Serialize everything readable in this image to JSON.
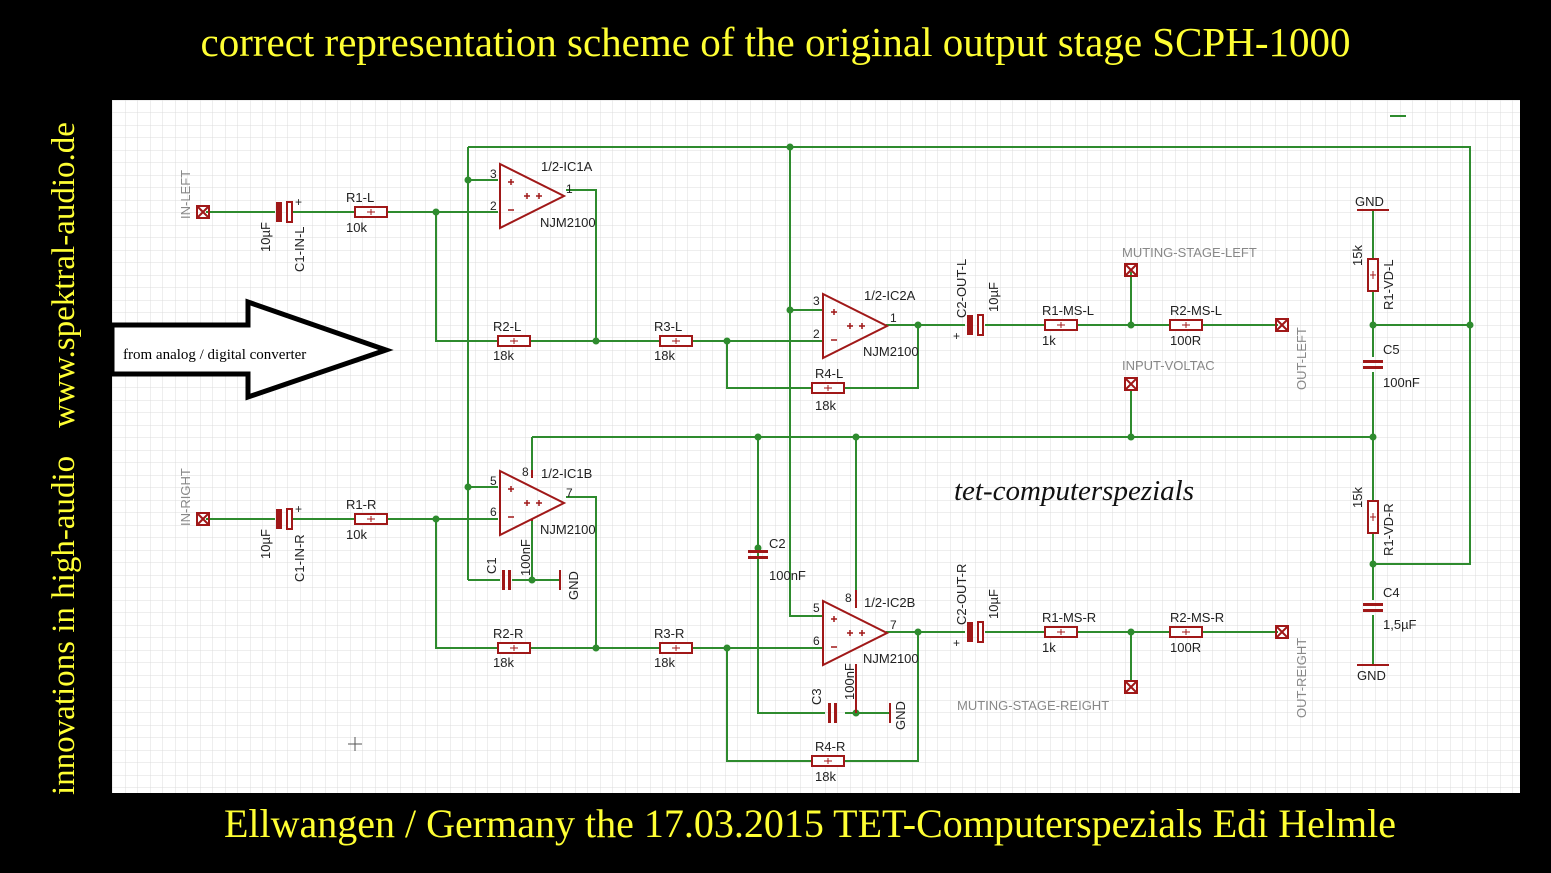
{
  "header": {
    "title": "correct representation scheme of the original output stage SCPH-1000"
  },
  "footer": {
    "text": "Ellwangen / Germany the 17.03.2015 TET-Computerspezials Edi Helmle"
  },
  "sidebar": {
    "left_text": "innovations in high-audio",
    "right_text": "www.spektral-audio.de"
  },
  "arrow": {
    "label": "from analog / digital converter"
  },
  "watermark": {
    "text": "tet-computerspezials"
  },
  "colors": {
    "wire": "#2e8b2e",
    "component": "#a01818",
    "canvas": "#ffffff",
    "grid": "#dcdcdc",
    "text_yellow": "#ffff33"
  },
  "ports": {
    "in_left": "IN-LEFT",
    "in_right": "IN-RIGHT",
    "out_left": "OUT-LEFT",
    "out_right": "OUT-REIGHT",
    "muting_left": "MUTING-STAGE-LEFT",
    "muting_right": "MUTING-STAGE-REIGHT",
    "input_voltage": "INPUT-VOLTAC"
  },
  "components": {
    "c1_in_l": {
      "name": "C1-IN-L",
      "value": "10µF"
    },
    "c1_in_r": {
      "name": "C1-IN-R",
      "value": "10µF"
    },
    "r1_l": {
      "name": "R1-L",
      "value": "10k"
    },
    "r1_r": {
      "name": "R1-R",
      "value": "10k"
    },
    "r2_l": {
      "name": "R2-L",
      "value": "18k"
    },
    "r2_r": {
      "name": "R2-R",
      "value": "18k"
    },
    "r3_l": {
      "name": "R3-L",
      "value": "18k"
    },
    "r3_r": {
      "name": "R3-R",
      "value": "18k"
    },
    "r4_l": {
      "name": "R4-L",
      "value": "18k"
    },
    "r4_r": {
      "name": "R4-R",
      "value": "18k"
    },
    "ic1a": {
      "name": "1/2-IC1A",
      "value": "NJM2100"
    },
    "ic1b": {
      "name": "1/2-IC1B",
      "value": "NJM2100"
    },
    "ic2a": {
      "name": "1/2-IC2A",
      "value": "NJM2100"
    },
    "ic2b": {
      "name": "1/2-IC2B",
      "value": "NJM2100"
    },
    "c1": {
      "name": "C1",
      "value": "100nF"
    },
    "c2": {
      "name": "C2",
      "value": "100nF"
    },
    "c3": {
      "name": "C3",
      "value": "100nF"
    },
    "c2_out_l": {
      "name": "C2-OUT-L",
      "value": "10µF"
    },
    "c2_out_r": {
      "name": "C2-OUT-R",
      "value": "10µF"
    },
    "r1_ms_l": {
      "name": "R1-MS-L",
      "value": "1k"
    },
    "r1_ms_r": {
      "name": "R1-MS-R",
      "value": "1k"
    },
    "r2_ms_l": {
      "name": "R2-MS-L",
      "value": "100R"
    },
    "r2_ms_r": {
      "name": "R2-MS-R",
      "value": "100R"
    },
    "r1_vd_l": {
      "name": "R1-VD-L",
      "value": "15k"
    },
    "r1_vd_r": {
      "name": "R1-VD-R",
      "value": "15k"
    },
    "c5": {
      "name": "C5",
      "value": "100nF"
    },
    "c4": {
      "name": "C4",
      "value": "1,5µF"
    }
  },
  "labels": {
    "gnd": "GND",
    "plus": "+"
  },
  "pins": {
    "ic1a": [
      "3",
      "2",
      "1"
    ],
    "ic1b": [
      "5",
      "6",
      "7",
      "8"
    ],
    "ic2a": [
      "3",
      "2",
      "1"
    ],
    "ic2b": [
      "5",
      "6",
      "7",
      "8"
    ]
  }
}
